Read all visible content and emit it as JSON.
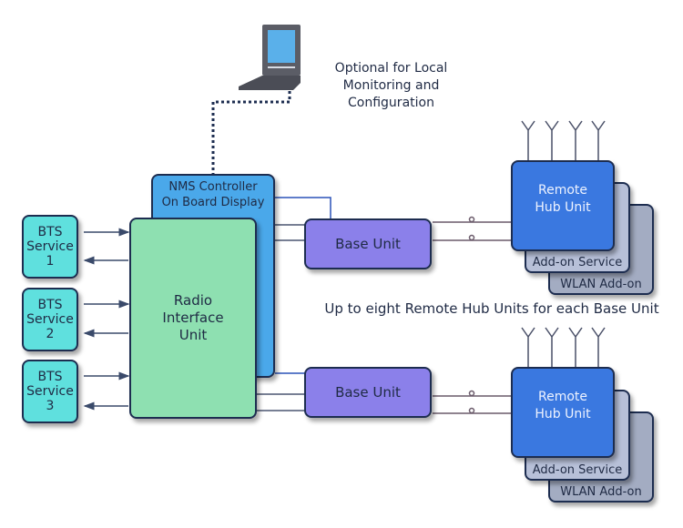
{
  "laptop": {
    "icon": "laptop-icon",
    "caption_lines": [
      "Optional for Local",
      "Monitoring and",
      "Configuration"
    ]
  },
  "nms": {
    "lines": [
      "NMS Controller",
      "On Board Display"
    ]
  },
  "riu": {
    "lines": [
      "Radio",
      "Interface",
      "Unit"
    ]
  },
  "bts": [
    {
      "lines": [
        "BTS",
        "Service",
        "1"
      ]
    },
    {
      "lines": [
        "BTS",
        "Service",
        "2"
      ]
    },
    {
      "lines": [
        "BTS",
        "Service",
        "3"
      ]
    }
  ],
  "base_units": [
    {
      "label": "Base Unit"
    },
    {
      "label": "Base Unit"
    }
  ],
  "remote_groups": [
    {
      "hub_lines": [
        "Remote",
        "Hub Unit"
      ],
      "addon": "Add-on Service",
      "wlan": "WLAN Add-on"
    },
    {
      "hub_lines": [
        "Remote",
        "Hub Unit"
      ],
      "addon": "Add-on Service",
      "wlan": "WLAN Add-on"
    }
  ],
  "note": "Up to eight Remote Hub Units for each Base Unit",
  "colors": {
    "bts": "#5fe0de",
    "radio_interface_unit": "#8ee0b1",
    "nms_controller": "#4aa8ea",
    "base_unit": "#8b80ea",
    "remote_hub_unit": "#3a78e0",
    "addon_service": "#b7c0d8",
    "wlan_addon": "#a3acc2"
  }
}
